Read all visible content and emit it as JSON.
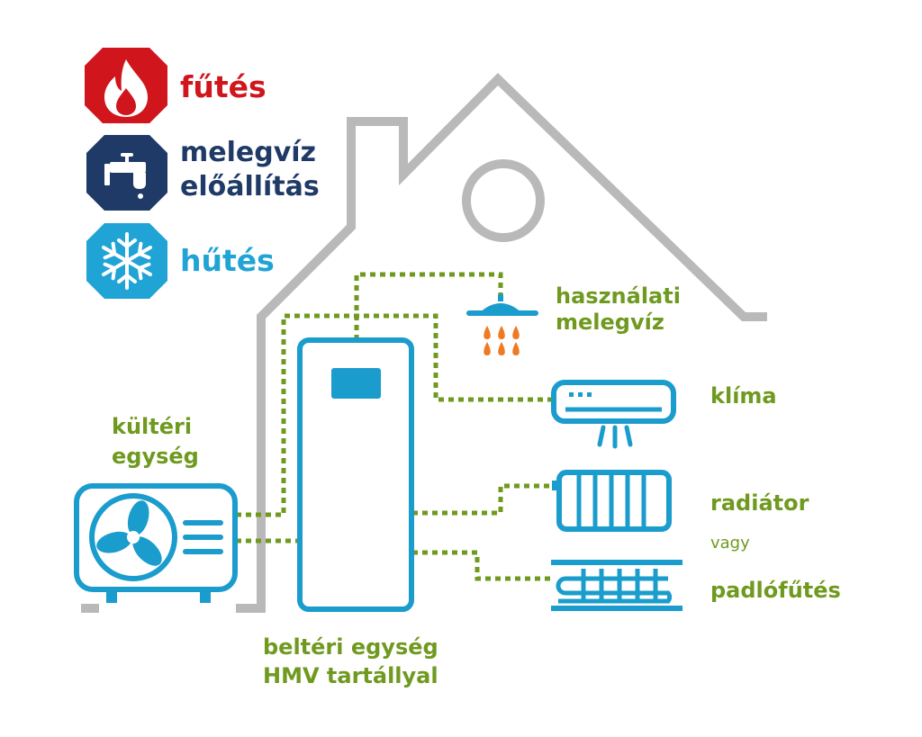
{
  "legend": {
    "heating": {
      "label": "fűtés",
      "color": "#d0151c",
      "icon": "flame-icon"
    },
    "hot_water": {
      "label_line1": "melegvíz",
      "label_line2": "előállítás",
      "color": "#1f3a66",
      "icon": "faucet-icon"
    },
    "cooling": {
      "label": "hűtés",
      "color": "#20a3d5",
      "icon": "snowflake-icon"
    }
  },
  "labels": {
    "hot_water_tap_line1": "használati",
    "hot_water_tap_line2": "melegvíz",
    "air_conditioner": "klíma",
    "outdoor_unit_line1": "kültéri",
    "outdoor_unit_line2": "egység",
    "radiator": "radiátor",
    "or_word": "vagy",
    "floor_heating": "padlófűtés",
    "indoor_unit_line1": "beltéri egység",
    "indoor_unit_line2": "HMV tartállyal"
  },
  "colors": {
    "house_outline": "#b9b9b9",
    "pipes": "#6f9a1f",
    "devices": "#1a9ccd",
    "water_drops": "#ee7a22",
    "label_text": "#6f9a1f"
  }
}
